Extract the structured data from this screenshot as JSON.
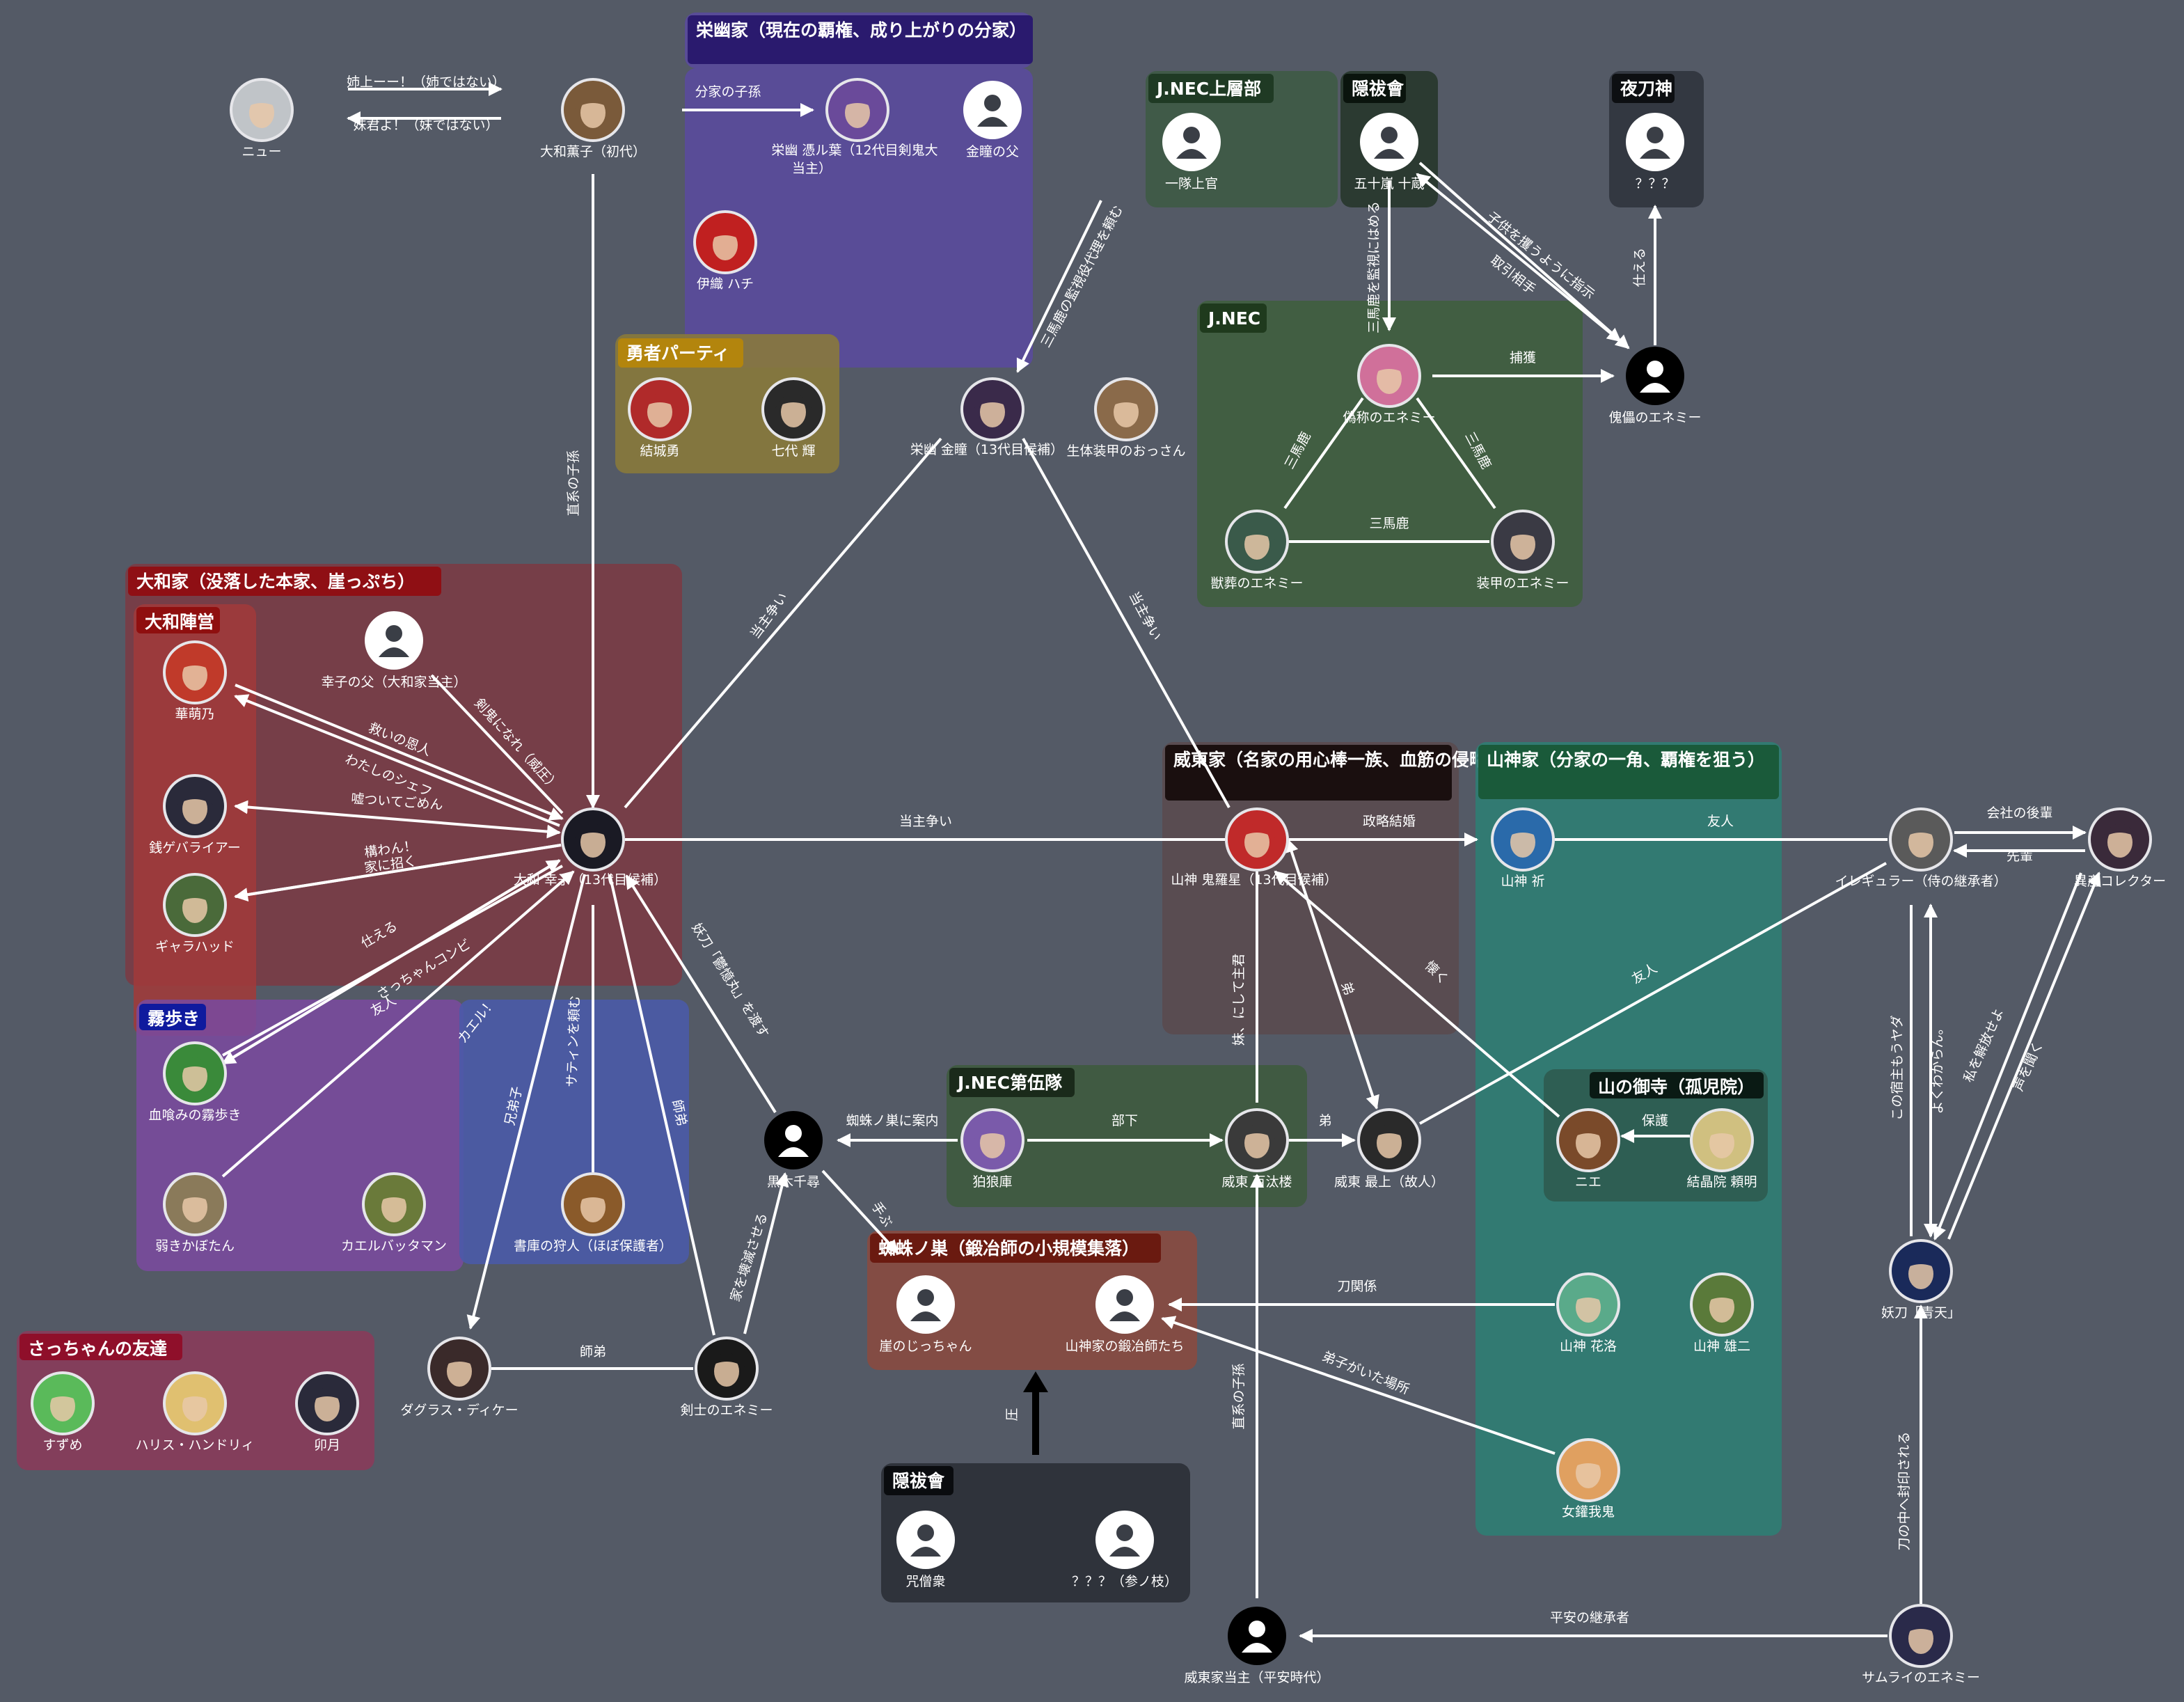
{
  "colors": {
    "background": "#545a66",
    "edge": "#ffffff",
    "text": "#ffffff"
  },
  "groups": [
    {
      "id": "eiyu",
      "title": "栄幽家（現在の覇権、成り上がりの分家）",
      "fill": "#5a4a9e",
      "head": "#2a1a6e"
    },
    {
      "id": "yuusha",
      "title": "勇者パーティ",
      "fill": "#8a7a3a",
      "head": "#b3850d"
    },
    {
      "id": "jnec_top",
      "title": "J.NEC上層部",
      "fill": "#3d5a44",
      "head": "#1f3a24"
    },
    {
      "id": "onbou",
      "title": "隠祓會",
      "fill": "#25352a",
      "head": "#0a140d"
    },
    {
      "id": "yatogami",
      "title": "夜刀神",
      "fill": "#2f333c",
      "head": "#0d0f12"
    },
    {
      "id": "jnec",
      "title": "J.NEC",
      "fill": "#3f5f3d",
      "head": "#1f3a1d"
    },
    {
      "id": "yamato",
      "title": "大和家（没落した本家、崖っぷち）",
      "fill": "#7b3a44",
      "head": "#8f0f14"
    },
    {
      "id": "yamato_jin",
      "title": "大和陣営",
      "fill": "#a03a3a",
      "head": "#8f0f0f"
    },
    {
      "id": "kiriaruki",
      "title": "霧歩き",
      "fill": "#7a4a9e",
      "head": "#0f1a9e"
    },
    {
      "id": "kaeru",
      "title": "",
      "fill": "#4a5aaa",
      "head": ""
    },
    {
      "id": "sacchan",
      "title": "さっちゃんの友達",
      "fill": "#8a3a5a",
      "head": "#8f0f2a"
    },
    {
      "id": "itou",
      "title": "威東家（名家の用心棒一族、血筋の侵略者）",
      "fill": "#5a4a4e",
      "head": "#1a0f0f"
    },
    {
      "id": "sangami",
      "title": "山神家（分家の一角、覇権を狙う）",
      "fill": "#2e7e74",
      "head": "#1a5a3a"
    },
    {
      "id": "yamanomidera",
      "title": "山の御寺（孤児院）",
      "fill": "#2e5a4e",
      "head": "#0a1a14"
    },
    {
      "id": "jnec5",
      "title": "J.NEC第伍隊",
      "fill": "#3d5a3d",
      "head": "#1a2a1a"
    },
    {
      "id": "kumo",
      "title": "蜘蛛ノ巣（鍛冶師の小規模集落）",
      "fill": "#8a4a40",
      "head": "#6a1a10"
    },
    {
      "id": "onbou2",
      "title": "隠祓會",
      "fill": "#2a2e36",
      "head": "#0a0c0f"
    }
  ],
  "nodes": [
    {
      "id": "nyu",
      "label": "ニュー",
      "icon": "silver-hair-avatar",
      "color": "#c0c4c8"
    },
    {
      "id": "kaoruko",
      "label": "大和薫子（初代）",
      "icon": "brown-hair-avatar",
      "color": "#7a5a3a"
    },
    {
      "id": "eiyu_kotoha",
      "label": "栄幽 憑ル葉（12代目剣鬼大",
      "label2": "当主）",
      "icon": "purple-hair-avatar",
      "color": "#6a4a9a"
    },
    {
      "id": "kinme_father",
      "label": "金瞳の父",
      "icon": "user-placeholder-icon",
      "color": "#ffffff"
    },
    {
      "id": "iori",
      "label": "伊織 ハチ",
      "icon": "red-hat-avatar",
      "color": "#c02020"
    },
    {
      "id": "ichijo",
      "label": "一隊上官",
      "icon": "user-placeholder-icon",
      "color": "#ffffff"
    },
    {
      "id": "igarashi",
      "label": "五十嵐 十蔵",
      "icon": "user-placeholder-icon",
      "color": "#ffffff"
    },
    {
      "id": "yatogami_unknown",
      "label": "？？？",
      "icon": "user-placeholder-icon",
      "color": "#ffffff"
    },
    {
      "id": "yuki_yuu",
      "label": "結城勇",
      "icon": "red-hair-avatar",
      "color": "#b02a2a"
    },
    {
      "id": "nanashiro",
      "label": "七代 輝",
      "icon": "dark-hair-avatar",
      "color": "#2a2a2a"
    },
    {
      "id": "eiyu_kinme",
      "label": "栄幽 金瞳（13代目候補）",
      "icon": "dark-purple-avatar",
      "color": "#3a2a4a"
    },
    {
      "id": "ossan",
      "label": "生体装甲のおっさん",
      "icon": "brown-skin-avatar",
      "color": "#8a6a4a"
    },
    {
      "id": "gisho",
      "label": "偽称のエネミー",
      "icon": "pink-hair-avatar",
      "color": "#d0709a"
    },
    {
      "id": "kairai",
      "label": "傀儡のエネミー",
      "icon": "user-placeholder-icon",
      "color": "#000000"
    },
    {
      "id": "jusou",
      "label": "獣葬のエネミー",
      "icon": "green-hair-avatar",
      "color": "#3a5a4a"
    },
    {
      "id": "soukou",
      "label": "装甲のエネミー",
      "icon": "dark-hair-avatar",
      "color": "#3a3a44"
    },
    {
      "id": "sachiko_father",
      "label": "幸子の父（大和家当主）",
      "icon": "user-placeholder-icon",
      "color": "#ffffff"
    },
    {
      "id": "kamoeno",
      "label": "華萌乃",
      "icon": "red-hair-avatar",
      "color": "#c03a2a"
    },
    {
      "id": "zenigeba",
      "label": "銭ゲバライアー",
      "icon": "dark-hair-avatar",
      "color": "#2a2a3a"
    },
    {
      "id": "gyarahad",
      "label": "ギャラハッド",
      "icon": "green-armor-avatar",
      "color": "#4a6a3a"
    },
    {
      "id": "sachiko",
      "label": "大和 幸子（13代目候補）",
      "icon": "dark-hair-avatar",
      "color": "#1a1a24"
    },
    {
      "id": "kessen",
      "label": "血喰みの霧歩き",
      "icon": "green-hair-avatar",
      "color": "#3a8a3a"
    },
    {
      "id": "yowaki",
      "label": "弱きかぼたん",
      "icon": "blonde-avatar",
      "color": "#8a7a5a"
    },
    {
      "id": "kaeru_man",
      "label": "カエルバッタマン",
      "icon": "frog-avatar",
      "color": "#6a7a3a"
    },
    {
      "id": "shoko",
      "label": "書庫の狩人（ほぼ保護者）",
      "icon": "armored-avatar",
      "color": "#8a5a2a"
    },
    {
      "id": "kuroki",
      "label": "黒木千尋",
      "icon": "user-placeholder-icon",
      "color": "#000000"
    },
    {
      "id": "suzume",
      "label": "すずめ",
      "icon": "green-hair-avatar",
      "color": "#5aba5a"
    },
    {
      "id": "harris",
      "label": "ハリス・ハンドリィ",
      "icon": "blonde-avatar",
      "color": "#e0c070"
    },
    {
      "id": "uzuki",
      "label": "卯月",
      "icon": "dark-hair-avatar",
      "color": "#2a2a3a"
    },
    {
      "id": "douglas",
      "label": "ダグラス・ディケー",
      "icon": "dark-hair-avatar",
      "color": "#3a2a2a"
    },
    {
      "id": "kenshi",
      "label": "剣士のエネミー",
      "icon": "dark-avatar",
      "color": "#1a1a1a"
    },
    {
      "id": "kirara",
      "label": "山神 鬼羅星（13代目候補）",
      "icon": "red-hair-avatar",
      "color": "#c02a2a"
    },
    {
      "id": "inori",
      "label": "山神 祈",
      "icon": "blue-hair-avatar",
      "color": "#2a6aaa"
    },
    {
      "id": "irregular",
      "label": "イレギュラー（侍の継承者）",
      "icon": "grey-hair-avatar",
      "color": "#5a5a5a"
    },
    {
      "id": "collector",
      "label": "異産コレクター",
      "icon": "dark-hair-avatar",
      "color": "#3a2a3a"
    },
    {
      "id": "kakuroudo",
      "label": "狛狼庫",
      "icon": "purple-hair-avatar",
      "color": "#7a5aaa"
    },
    {
      "id": "hyakudarou",
      "label": "威東 百汰楼",
      "icon": "dark-hair-avatar",
      "color": "#3a3a3a"
    },
    {
      "id": "saijou",
      "label": "威東 最上（故人）",
      "icon": "dark-hair-avatar",
      "color": "#2a2a2a"
    },
    {
      "id": "nie",
      "label": "ニエ",
      "icon": "brown-hair-avatar",
      "color": "#7a4a2a"
    },
    {
      "id": "yuki_raimei",
      "label": "結晶院 頼明",
      "icon": "blonde-avatar",
      "color": "#d0c080"
    },
    {
      "id": "gake_jiichan",
      "label": "崖のじっちゃん",
      "icon": "user-placeholder-icon",
      "color": "#ffffff"
    },
    {
      "id": "kaji",
      "label": "山神家の鍛冶師たち",
      "icon": "user-placeholder-icon",
      "color": "#ffffff"
    },
    {
      "id": "hanahiro",
      "label": "山神 花洛",
      "icon": "green-hair-avatar",
      "color": "#5aaa8a"
    },
    {
      "id": "yuuji",
      "label": "山神 雄二",
      "icon": "green-hair-avatar",
      "color": "#5a7a3a"
    },
    {
      "id": "garaoni",
      "label": "女鑵我鬼",
      "icon": "blonde-avatar",
      "color": "#e0a060"
    },
    {
      "id": "yoto_seiten",
      "label": "妖刀「青天」",
      "icon": "blue-sword-avatar",
      "color": "#1a2a5a"
    },
    {
      "id": "jusou_shu",
      "label": "咒僧衆",
      "icon": "user-placeholder-icon",
      "color": "#ffffff"
    },
    {
      "id": "sannoe",
      "label": "？？？（参ノ枝）",
      "icon": "user-placeholder-icon",
      "color": "#ffffff"
    },
    {
      "id": "itou_heian",
      "label": "威東家当主（平安時代）",
      "icon": "user-placeholder-icon",
      "color": "#000000"
    },
    {
      "id": "samurai",
      "label": "サムライのエネミー",
      "icon": "samurai-avatar",
      "color": "#2a2a4a"
    }
  ],
  "edges": [
    {
      "label": "姉上ーー！（姉ではない）"
    },
    {
      "label": "妹君よ！（妹ではない）"
    },
    {
      "label": "分家の子孫"
    },
    {
      "label": "直系の子孫"
    },
    {
      "label": "三馬鹿の監視役代理を頼む"
    },
    {
      "label": "三馬鹿を監視にはめる"
    },
    {
      "label": "子供を攫うように指示"
    },
    {
      "label": "取引相手"
    },
    {
      "label": "仕える"
    },
    {
      "label": "捕獲"
    },
    {
      "label": "三馬鹿"
    },
    {
      "label": "三馬鹿"
    },
    {
      "label": "三馬鹿"
    },
    {
      "label": "当主争い"
    },
    {
      "label": "当主争い"
    },
    {
      "label": "当主争い"
    },
    {
      "label": "剣鬼になれ（威圧）"
    },
    {
      "label": "救いの恩人"
    },
    {
      "label": "わたしのシェフ"
    },
    {
      "label": "嘘ついてごめん"
    },
    {
      "label": "構わん！"
    },
    {
      "label": "家に招く"
    },
    {
      "label": "仕える"
    },
    {
      "label": "さっちゃんコンビ"
    },
    {
      "label": "友人"
    },
    {
      "label": "カエル！"
    },
    {
      "label": "兄弟子"
    },
    {
      "label": "サティンを頼む"
    },
    {
      "label": "師弟"
    },
    {
      "label": "妖刀「鬱憶丸」を渡す"
    },
    {
      "label": "政略結婚"
    },
    {
      "label": "友人"
    },
    {
      "label": "会社の後輩"
    },
    {
      "label": "先輩"
    },
    {
      "label": "友人"
    },
    {
      "label": "蜘蛛ノ巣に案内"
    },
    {
      "label": "部下"
    },
    {
      "label": "弟"
    },
    {
      "label": "弟"
    },
    {
      "label": "妹、にして主君"
    },
    {
      "label": "懐く"
    },
    {
      "label": "保護"
    },
    {
      "label": "この宿主もうヤダ"
    },
    {
      "label": "よくわからん。"
    },
    {
      "label": "私を解放せよ"
    },
    {
      "label": "声を聞く"
    },
    {
      "label": "手ぶ"
    },
    {
      "label": "師弟"
    },
    {
      "label": "家を壊滅させる"
    },
    {
      "label": "刀関係"
    },
    {
      "label": "弟子がいた場所"
    },
    {
      "label": "圧"
    },
    {
      "label": "直系の子孫"
    },
    {
      "label": "平安の継承者"
    },
    {
      "label": "刀の中へ封印される"
    }
  ]
}
